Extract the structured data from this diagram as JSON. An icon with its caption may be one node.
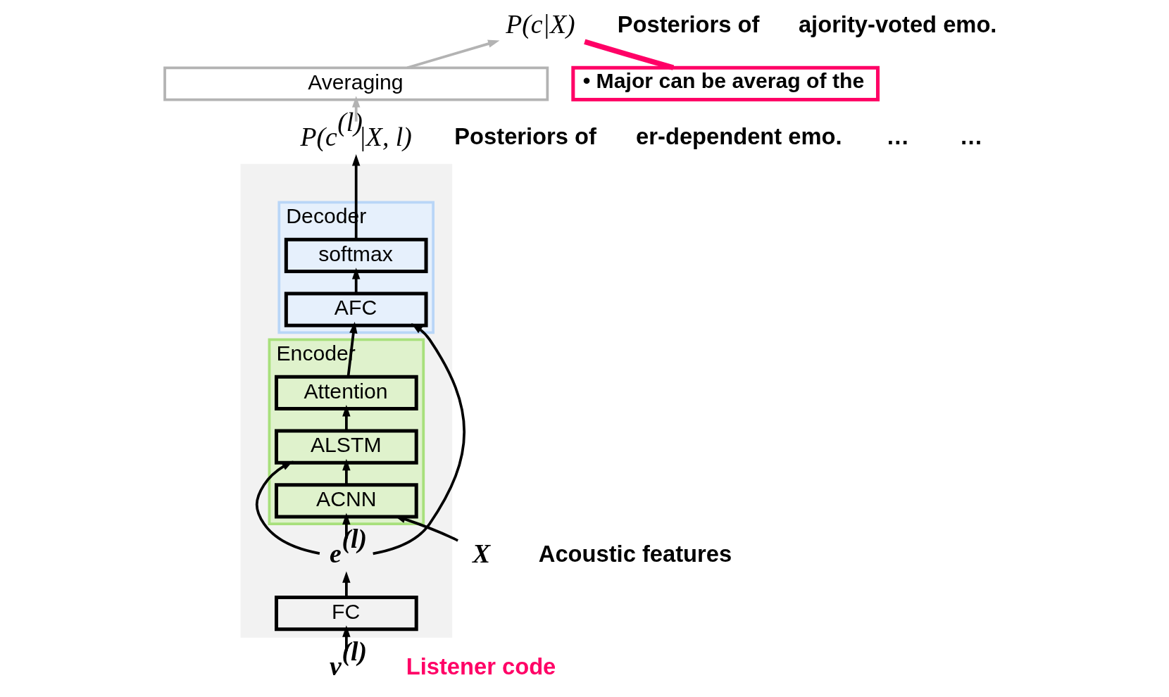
{
  "diagram": {
    "nodes": [
      {
        "text": [
          "P(c|X)"
        ]
      },
      {
        "text": [
          "Averaging"
        ]
      },
      {
        "text": [
          "P(c$^{(l)}$|X, l)"
        ]
      },
      {
        "text": [
          "• Major can be averag of the"
        ]
      },
      {
        "text": [],
        "shape": "box"
      },
      {
        "text": [
          "Decoder"
        ],
        "in": 4
      },
      {
        "text": [
          "softmax"
        ],
        "in": 5
      },
      {
        "text": [
          "AFC"
        ],
        "in": 5
      },
      {
        "text": [
          "Encoder"
        ],
        "in": 4
      },
      {
        "text": [
          "Attention"
        ],
        "in": 8
      },
      {
        "text": [
          "ALSTM"
        ],
        "in": 8
      },
      {
        "text": [
          "ACNN"
        ],
        "in": 8
      },
      {
        "text": [
          "e$^{(l)}$"
        ],
        "in": 4
      },
      {
        "text": [
          "FC"
        ],
        "in": 4
      },
      {
        "text": [
          "X"
        ]
      },
      {
        "text": [
          "v$^{(l)}$"
        ]
      }
    ],
    "edges": [
      {
        "from": 1,
        "to": 0,
        "arrow": "to",
        "color": "#b3b3b3"
      },
      {
        "from": 2,
        "to": 1,
        "arrow": "to",
        "color": "#b3b3b3"
      },
      {
        "from": 3,
        "to": 0,
        "arrow": "none",
        "style": "thick",
        "color": "#ff0066"
      },
      {
        "from": 6,
        "to": 2,
        "arrow": "to"
      },
      {
        "from": 7,
        "to": 6,
        "arrow": "to"
      },
      {
        "from": 9,
        "to": 7,
        "arrow": "to"
      },
      {
        "from": 12,
        "to": 7,
        "arrow": "to"
      },
      {
        "from": 10,
        "to": 9,
        "arrow": "to"
      },
      {
        "from": 11,
        "to": 10,
        "arrow": "to"
      },
      {
        "from": 12,
        "to": 10,
        "arrow": "to"
      },
      {
        "from": 12,
        "to": 11,
        "arrow": "to"
      },
      {
        "from": 14,
        "to": 11,
        "arrow": "to"
      },
      {
        "from": 13,
        "to": 12,
        "arrow": "to"
      },
      {
        "from": 15,
        "to": 13,
        "arrow": "to"
      }
    ],
    "labels": [
      "Posteriors of",
      "ajority-voted emo.",
      "Posteriors of",
      "er-dependent emo.",
      "…",
      "…",
      "Acoustic features",
      "Listener code"
    ]
  }
}
